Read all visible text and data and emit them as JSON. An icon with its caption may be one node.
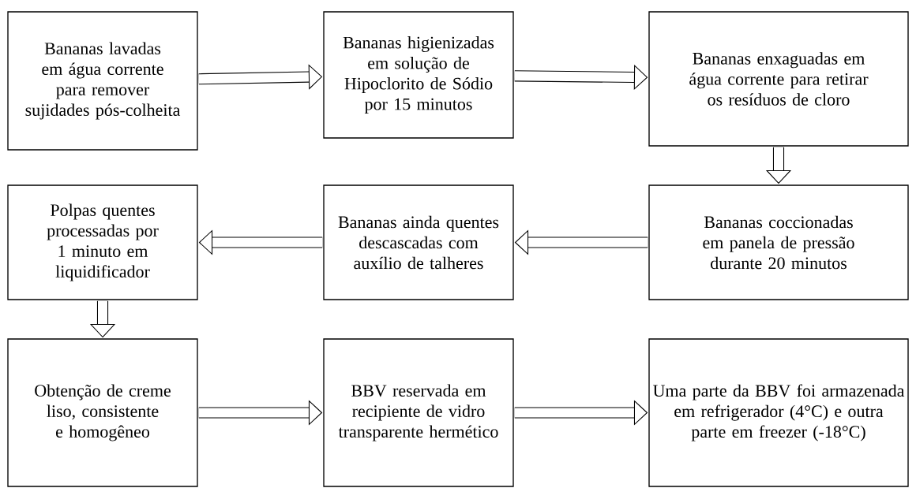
{
  "diagram": {
    "nodes": [
      {
        "text": [
          "Bananas lavadas em água corrente para remover sujidades pós-colheita"
        ]
      },
      {
        "text": [
          "Bananas higienizadas em solução de Hipoclorito de Sódio por 15 minutos"
        ]
      },
      {
        "text": [
          "Bananas enxaguadas em água corrente para retirar os resíduos de cloro"
        ]
      },
      {
        "text": [
          "Polpas quentes processadas por 1 minuto em liquidificador"
        ]
      },
      {
        "text": [
          "Bananas ainda quentes descascadas com auxílio de talheres"
        ]
      },
      {
        "text": [
          "Bananas coccionadas em panela de pressão durante 20 minutos"
        ]
      },
      {
        "text": [
          "Obtenção de creme liso, consistente e homogêneo"
        ]
      },
      {
        "text": [
          "BBV reservada em recipiente de vidro transparente hermético"
        ]
      },
      {
        "text": [
          "Uma parte da BBV foi armazenada em refrigerador (4°C) e outra parte em freezer (-18°C)"
        ]
      }
    ],
    "edges": [
      {
        "from": 0,
        "to": 1,
        "arrow": "to"
      },
      {
        "from": 1,
        "to": 2,
        "arrow": "to"
      },
      {
        "from": 2,
        "to": 5,
        "arrow": "to"
      },
      {
        "from": 5,
        "to": 4,
        "arrow": "to"
      },
      {
        "from": 4,
        "to": 3,
        "arrow": "to"
      },
      {
        "from": 3,
        "to": 6,
        "arrow": "to"
      },
      {
        "from": 6,
        "to": 7,
        "arrow": "to"
      },
      {
        "from": 7,
        "to": 8,
        "arrow": "to"
      }
    ]
  }
}
